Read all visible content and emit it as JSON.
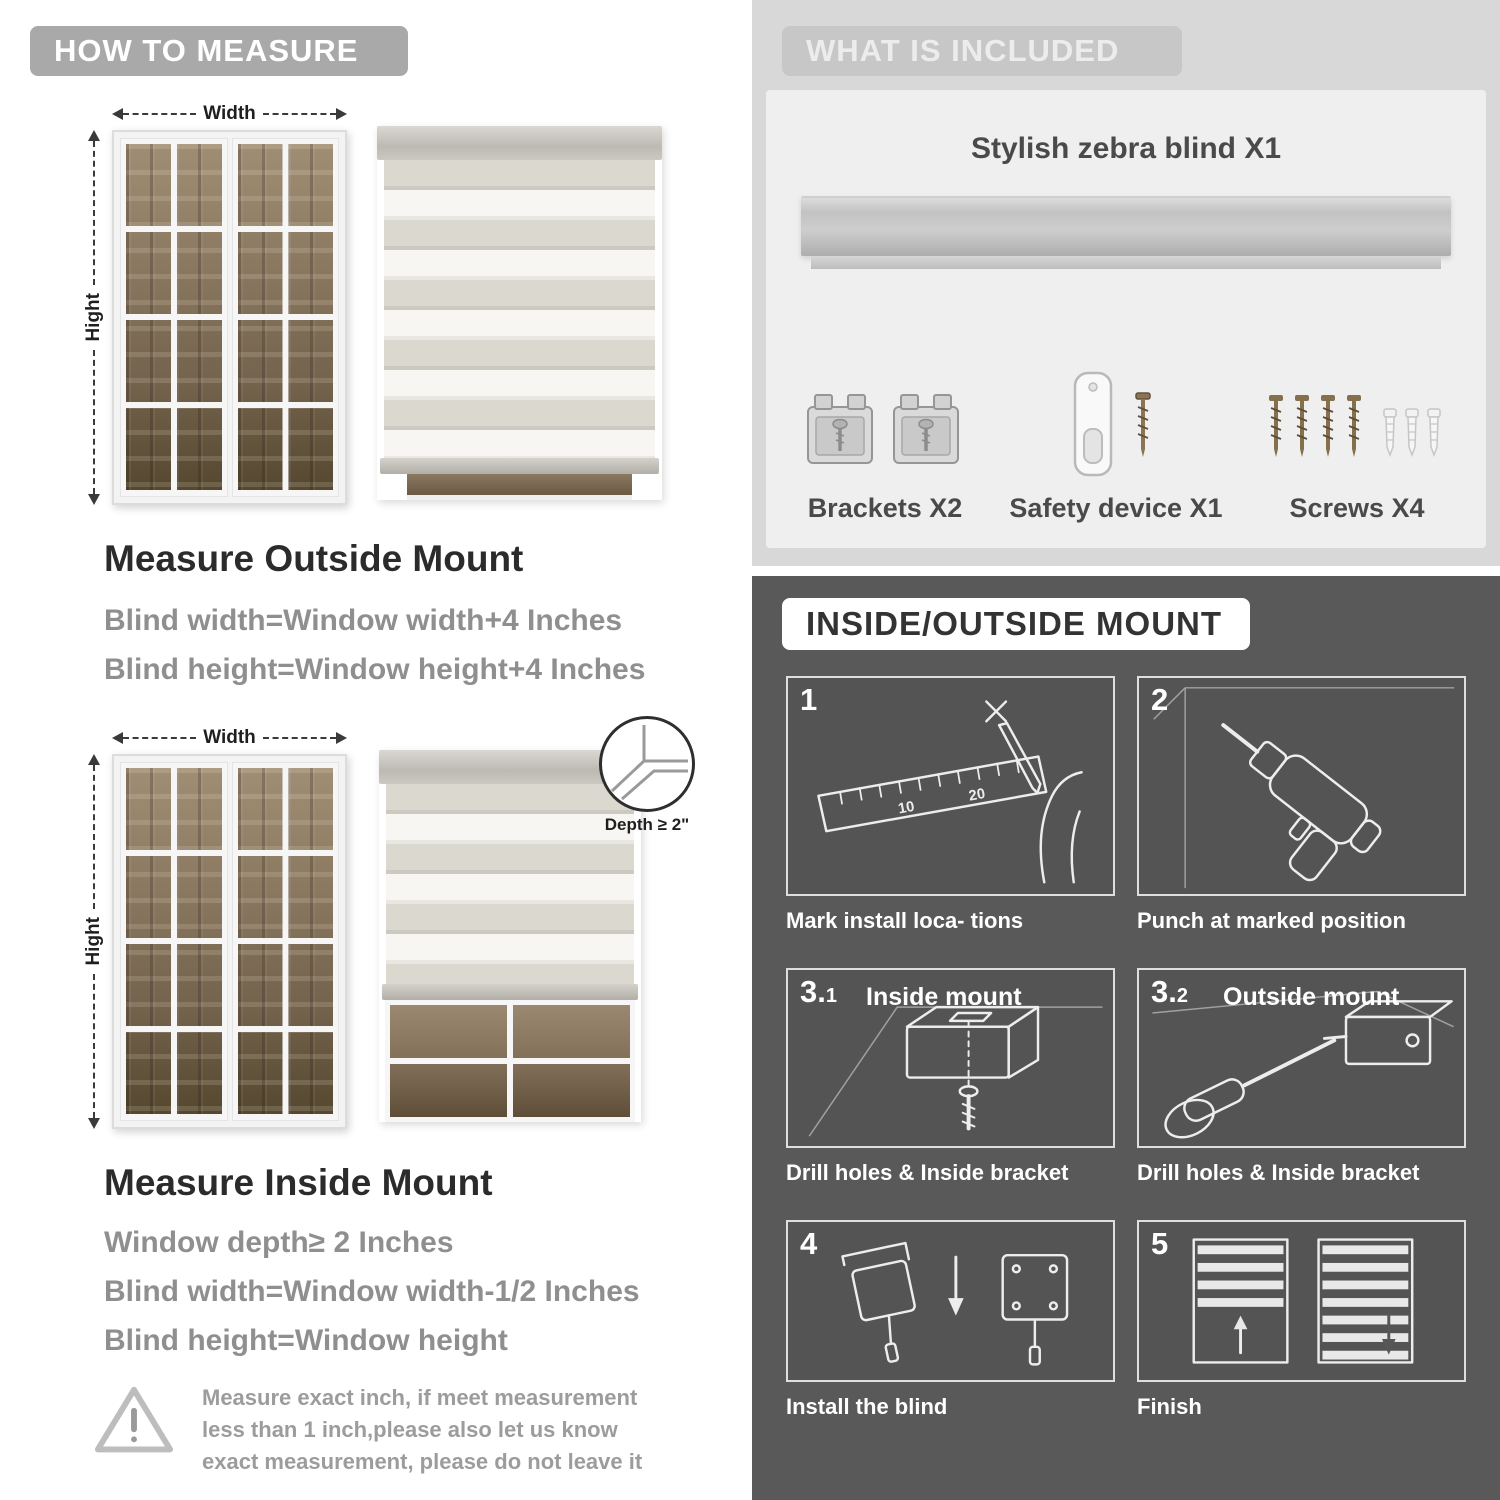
{
  "left": {
    "header": "HOW TO MEASURE",
    "labels": {
      "width": "Width",
      "height": "Hight",
      "depth_note": "Depth ≥ 2\""
    },
    "outside": {
      "title": "Measure Outside Mount",
      "lines": [
        "Blind width=Window width+4 Inches",
        "Blind height=Window height+4 Inches"
      ]
    },
    "inside": {
      "title": "Measure Inside Mount",
      "lines": [
        "Window depth≥ 2 Inches",
        "Blind width=Window width-1/2 Inches",
        "Blind height=Window height"
      ]
    },
    "warning_text": "Measure exact inch, if meet measurement less than 1 inch,please also let us know exact measurement, please do not leave it"
  },
  "right": {
    "included": {
      "header": "WHAT IS INCLUDED",
      "product_label": "Stylish zebra blind X1",
      "items": [
        {
          "label": "Brackets X2",
          "icon": "brackets-icon"
        },
        {
          "label": "Safety device X1",
          "icon": "safety-device-icon"
        },
        {
          "label": "Screws X4",
          "icon": "screws-icon"
        }
      ]
    },
    "mount": {
      "header": "INSIDE/OUTSIDE MOUNT",
      "ruler_marks": [
        "10",
        "20"
      ],
      "steps": [
        {
          "num": "1",
          "caption": "Mark install loca- tions"
        },
        {
          "num": "2",
          "caption": "Punch at  marked position"
        },
        {
          "num": "3.",
          "sub": "1",
          "title": "Inside mount",
          "caption": "Drill holes &  Inside bracket"
        },
        {
          "num": "3.",
          "sub": "2",
          "title": "Outside mount",
          "caption": "Drill holes &  Inside bracket"
        },
        {
          "num": "4",
          "caption": "Install the blind"
        },
        {
          "num": "5",
          "caption": "Finish"
        }
      ]
    }
  },
  "colors": {
    "banner_gray": "#a9a9a9",
    "included_bg": "#d8d8d8",
    "included_banner": "#c7c7c7",
    "mount_bg": "#595959",
    "heading_dark": "#2b2b2b",
    "body_gray": "#8f8f8f"
  }
}
